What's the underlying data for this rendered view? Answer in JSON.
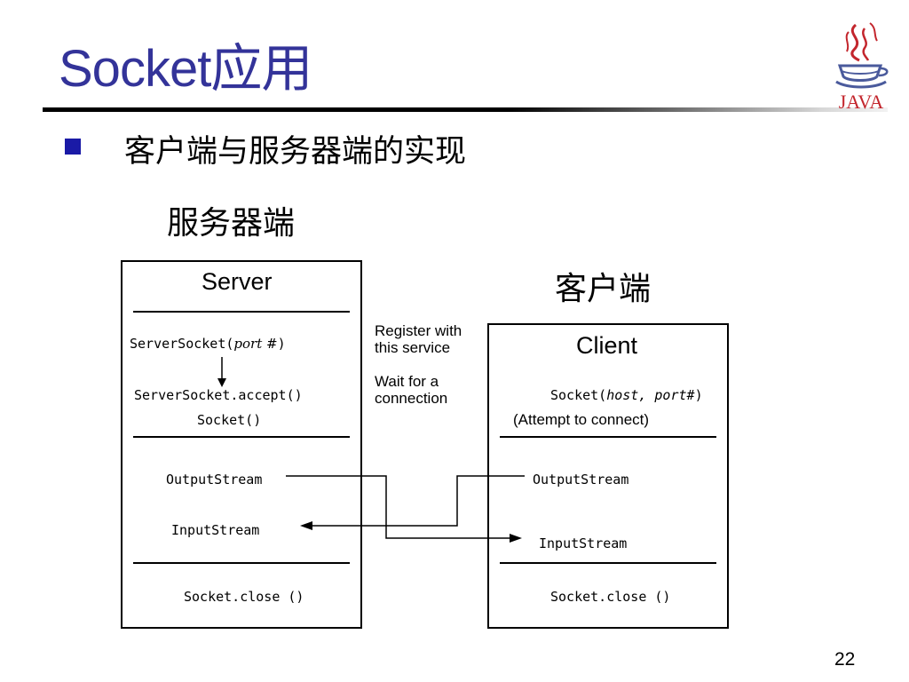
{
  "slide": {
    "title": "Socket应用",
    "bullet": "客户端与服务器端的实现",
    "server_heading": "服务器端",
    "client_heading": "客户端",
    "page_number": "22",
    "logo_text": "JAVA",
    "colors": {
      "title": "#333399",
      "bullet": "#1a1aa6",
      "logo_red": "#c3262d",
      "logo_blue": "#4a5a9c"
    }
  },
  "server": {
    "title": "Server",
    "server_socket_prefix": "ServerSocket(",
    "server_socket_arg": "port #",
    "server_socket_suffix": ")",
    "accept": "ServerSocket.accept()",
    "socket": "Socket()",
    "output_stream": "OutputStream",
    "input_stream": "InputStream",
    "close": "Socket.close  ()"
  },
  "notes": {
    "register_line1": "Register with",
    "register_line2": "this service",
    "wait_line1": "Wait for a",
    "wait_line2": "connection"
  },
  "client": {
    "title": "Client",
    "socket_prefix": "Socket(",
    "socket_arg": "host, port#",
    "socket_suffix": ")",
    "attempt": "(Attempt to connect)",
    "output_stream": "OutputStream",
    "input_stream": "InputStream",
    "close": "Socket.close  ()"
  }
}
